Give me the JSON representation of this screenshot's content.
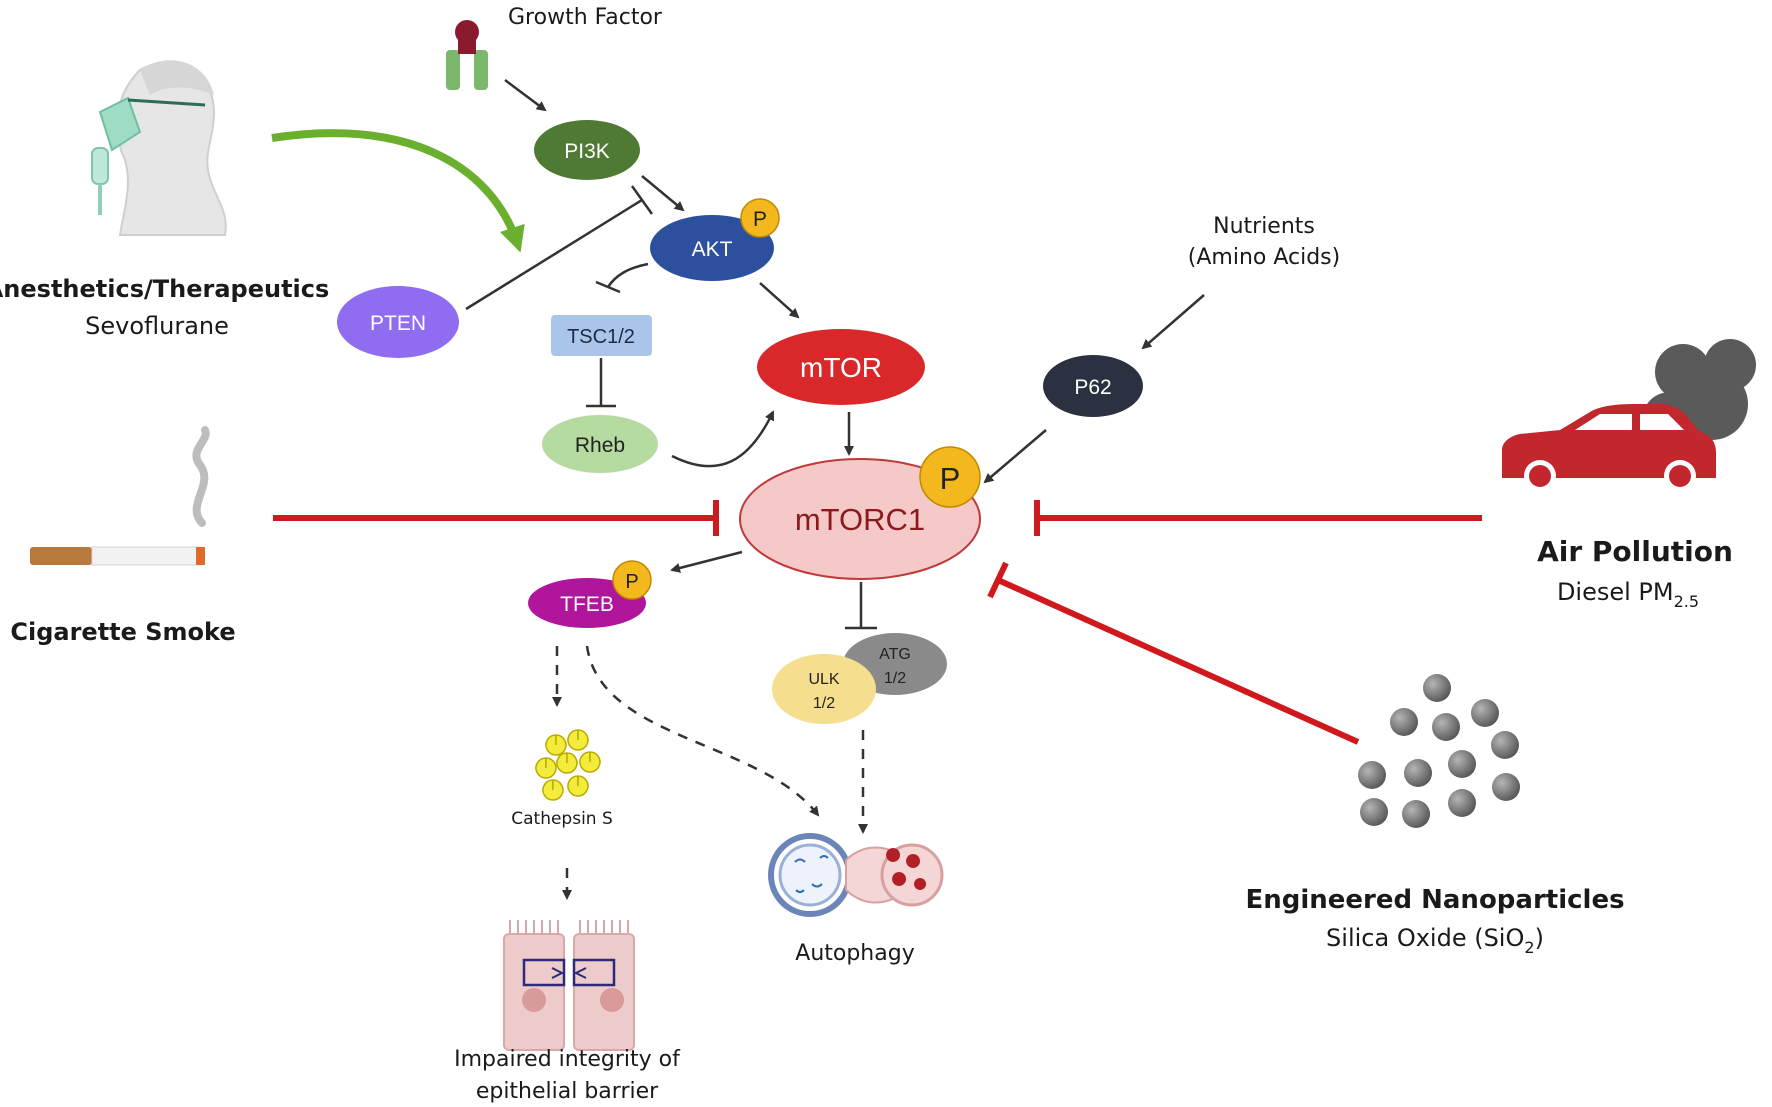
{
  "diagram": {
    "growth_factor": "Growth Factor",
    "nodes": {
      "pi3k": "PI3K",
      "akt": "AKT",
      "pten": "PTEN",
      "tsc": "TSC1/2",
      "rheb": "Rheb",
      "mtor": "mTOR",
      "mtorc1": "mTORC1",
      "p62": "P62",
      "tfeb": "TFEB",
      "ulk_line1": "ULK",
      "ulk_line2": "1/2",
      "atg_line1": "ATG",
      "atg_line2": "1/2",
      "phospho": "P"
    },
    "nutrients_line1": "Nutrients",
    "nutrients_line2": "(Amino Acids)",
    "anesthetics_title": "Anesthetics/Therapeutics",
    "anesthetics_sub": "Sevoflurane",
    "cigarette": "Cigarette Smoke",
    "air_pollution_title": "Air Pollution",
    "air_pollution_sub": "Diesel PM",
    "air_pollution_subscript": "2.5",
    "nano_title": "Engineered Nanoparticles",
    "nano_sub_prefix": "Silica Oxide (SiO",
    "nano_sub_subscript": "2",
    "nano_sub_suffix": ")",
    "cathepsin": "Cathepsin S",
    "autophagy": "Autophagy",
    "impaired_line1": "Impaired integrity of",
    "impaired_line2": "epithelial barrier"
  },
  "colors": {
    "pi3k": "#4e7a34",
    "akt": "#2c4f9e",
    "pten": "#8f6cf0",
    "tsc": "#a9c6ea",
    "rheb": "#b6dba0",
    "mtor": "#d9282a",
    "mtorc1": "#f4c9c8",
    "p62": "#2b3140",
    "tfeb": "#b0159c",
    "ulk": "#f5de8e",
    "atg": "#8a8a8a",
    "phospho": "#f2b81d",
    "inhibit_red": "#d0191c",
    "green_arrow": "#6ab02e",
    "car": "#c2272d",
    "smoke": "#5a5a5a",
    "nanoparticle": "#6b6b6b"
  }
}
